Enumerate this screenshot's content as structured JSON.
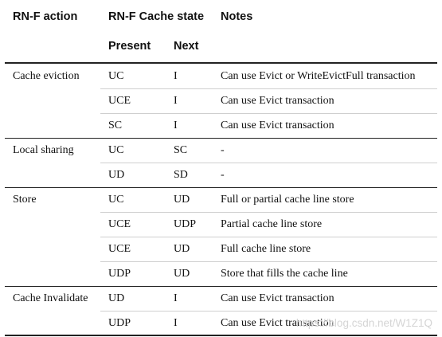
{
  "headers": {
    "action": "RN-F action",
    "cache_state": "RN-F Cache state",
    "notes": "Notes",
    "present": "Present",
    "next": "Next"
  },
  "rows": [
    {
      "action": "Cache eviction",
      "present": "UC",
      "next": "I",
      "notes": "Can use Evict or WriteEvictFull transaction"
    },
    {
      "action": "",
      "present": "UCE",
      "next": "I",
      "notes": "Can use Evict transaction"
    },
    {
      "action": "",
      "present": "SC",
      "next": "I",
      "notes": "Can use Evict transaction"
    },
    {
      "action": "Local sharing",
      "present": "UC",
      "next": "SC",
      "notes": "-"
    },
    {
      "action": "",
      "present": "UD",
      "next": "SD",
      "notes": "-"
    },
    {
      "action": "Store",
      "present": "UC",
      "next": "UD",
      "notes": "Full or partial cache line store"
    },
    {
      "action": "",
      "present": "UCE",
      "next": "UDP",
      "notes": "Partial cache line store"
    },
    {
      "action": "",
      "present": "UCE",
      "next": "UD",
      "notes": "Full cache line store"
    },
    {
      "action": "",
      "present": "UDP",
      "next": "UD",
      "notes": "Store that fills the cache line"
    },
    {
      "action": "Cache Invalidate",
      "present": "UD",
      "next": "I",
      "notes": "Can use Evict transaction"
    },
    {
      "action": "",
      "present": "UDP",
      "next": "I",
      "notes": "Can use Evict transaction"
    }
  ],
  "watermark": "https://blog.csdn.net/W1Z1Q"
}
